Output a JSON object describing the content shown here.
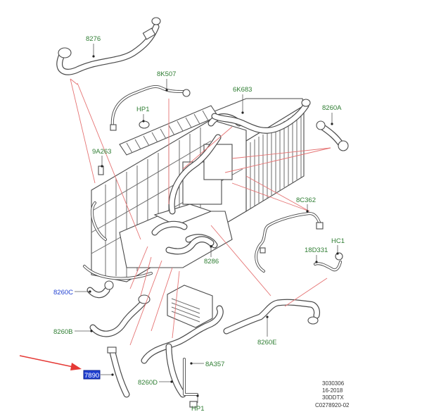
{
  "labels": {
    "l8276": "8276",
    "l8K507": "8K507",
    "l6K683": "6K683",
    "lHP1_top": "HP1",
    "l8260A": "8260A",
    "l9A263": "9A263",
    "l8C362": "8C362",
    "lHC1": "HC1",
    "l18D331": "18D331",
    "l8286": "8286",
    "l8260C": "8260C",
    "l8260B": "8260B",
    "l8260E": "8260E",
    "l8A357": "8A357",
    "l8260D": "8260D",
    "lHP1_bottom": "HP1",
    "l7890": "7890"
  },
  "meta": {
    "line1": "3030306",
    "line2": "16-2018",
    "line3": "30DDTX",
    "line4": "C0278920-02"
  },
  "colors": {
    "label_green": "#2e7d32",
    "label_blue": "#1f3fd1",
    "highlight_box": "#1f3fd1",
    "arrow_red": "#e53935",
    "leader_red": "#e57373"
  }
}
